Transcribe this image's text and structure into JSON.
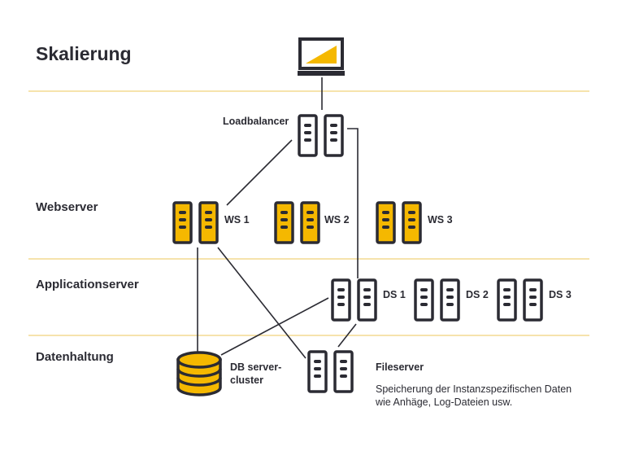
{
  "title": "Skalierung",
  "colors": {
    "accent": "#f5b800",
    "stroke": "#2b2b33",
    "divider": "#f1d27a",
    "background": "#ffffff"
  },
  "sections": {
    "webserver": "Webserver",
    "applicationserver": "Applicationserver",
    "datenhaltung": "Datenhaltung"
  },
  "nodes": {
    "client": {
      "icon": "laptop-icon"
    },
    "loadbalancer": {
      "label": "Loadbalancer",
      "icon": "server-icon"
    },
    "ws1": {
      "label": "WS 1",
      "icon": "server-icon",
      "highlighted": true
    },
    "ws2": {
      "label": "WS 2",
      "icon": "server-icon",
      "highlighted": true
    },
    "ws3": {
      "label": "WS 3",
      "icon": "server-icon",
      "highlighted": true
    },
    "ds1": {
      "label": "DS 1",
      "icon": "server-icon"
    },
    "ds2": {
      "label": "DS 2",
      "icon": "server-icon"
    },
    "ds3": {
      "label": "DS 3",
      "icon": "server-icon"
    },
    "db": {
      "label_line1": "DB server-",
      "label_line2": "cluster",
      "icon": "database-icon",
      "highlighted": true
    },
    "fileserver": {
      "label": "Fileserver",
      "icon": "server-icon"
    }
  },
  "fileserver_note": {
    "line1": "Speicherung der Instanzspezifischen Daten",
    "line2": "wie Anhäge, Log-Dateien usw."
  }
}
